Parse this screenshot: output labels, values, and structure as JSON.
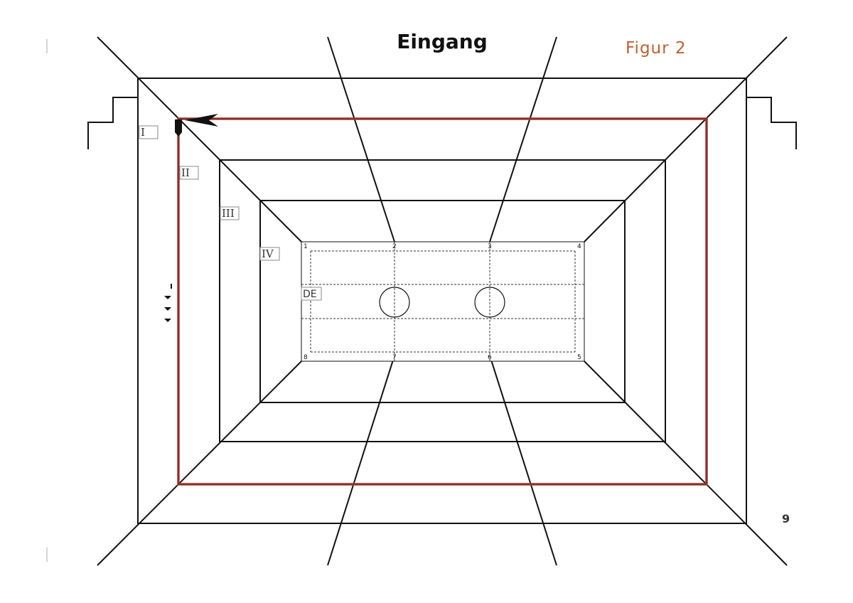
{
  "title": "Eingang",
  "figure_label": "Figur 2",
  "page_number": "9",
  "zones": [
    "I",
    "II",
    "III",
    "IV"
  ],
  "center_label": "DE",
  "field_numbers": [
    "1",
    "2",
    "3",
    "4",
    "5",
    "6",
    "7",
    "8"
  ],
  "colors": {
    "accent": "#c0392b",
    "figure_label": "#c0602b",
    "line": "#111111"
  }
}
